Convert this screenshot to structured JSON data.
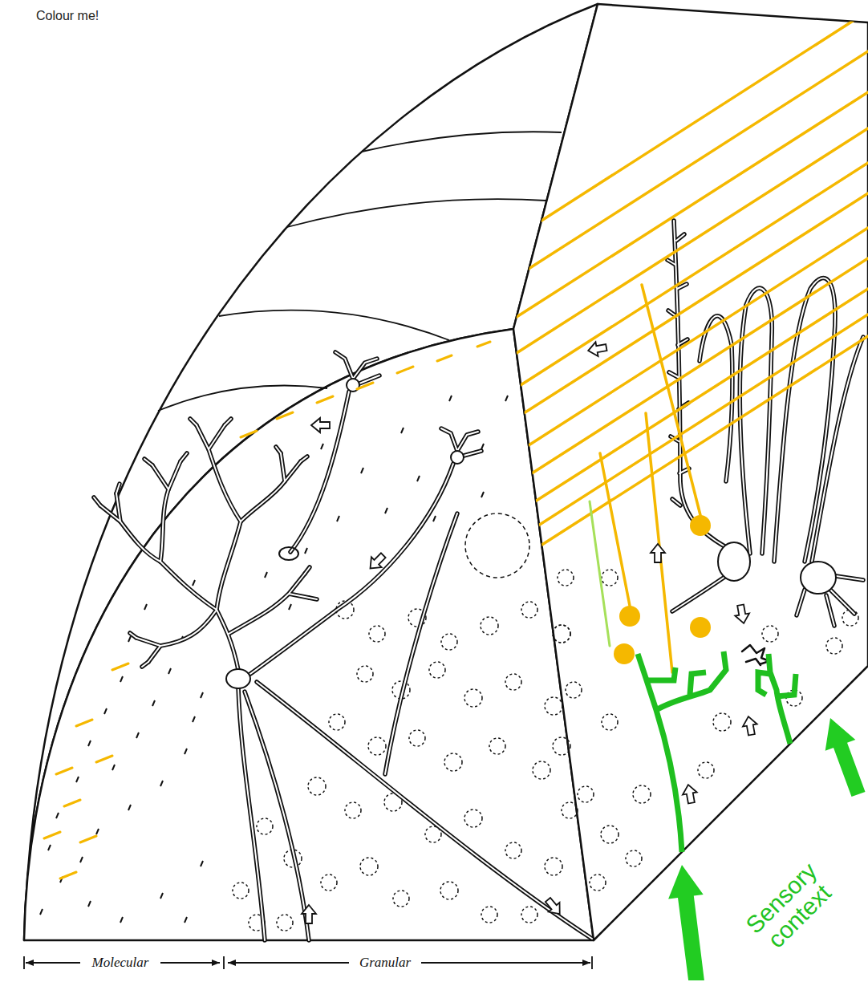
{
  "diagram": {
    "labels": [
      "Colour me!",
      "Molecular",
      "Granular",
      "Sensory context"
    ]
  }
}
